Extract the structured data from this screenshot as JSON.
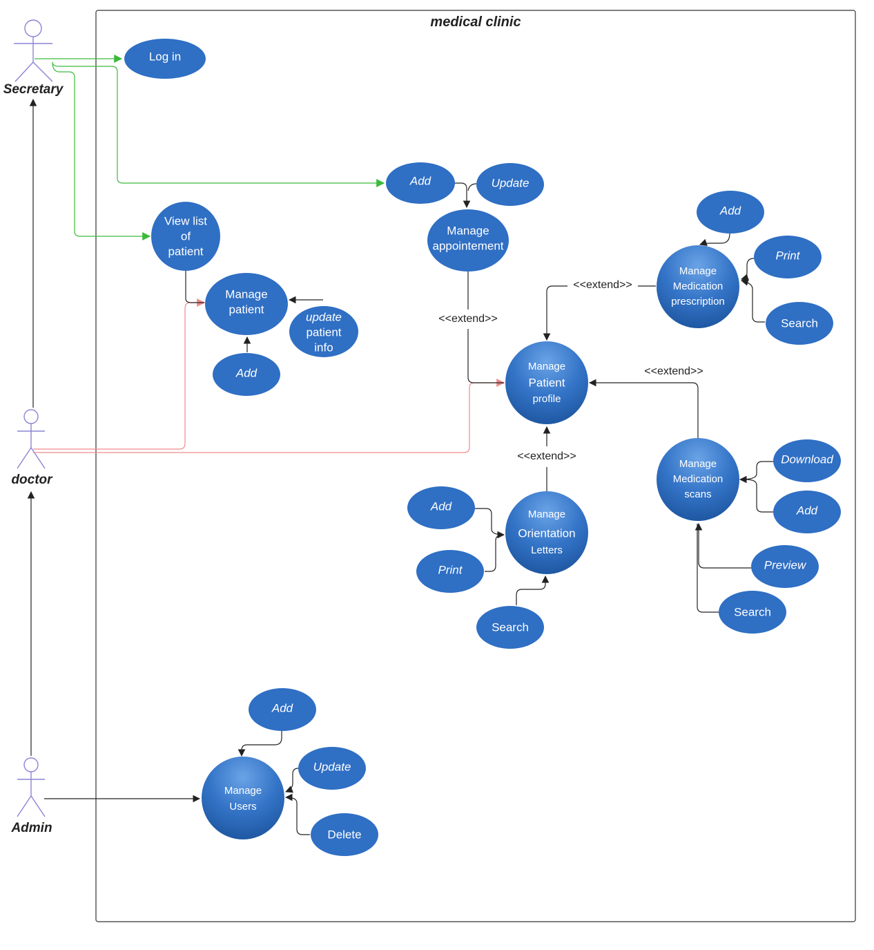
{
  "system": {
    "title": "medical clinic"
  },
  "colors": {
    "usecase_fill": "#2f6fc4",
    "usecase_gradient_top": "#5b95de",
    "usecase_gradient_bottom": "#1f5aa6",
    "actor_stroke": "#8a84d6",
    "secretary_link": "#3cba3c",
    "doctor_link": "#f08a8a",
    "line": "#222222"
  },
  "actors": {
    "secretary": "Secretary",
    "doctor": "doctor",
    "admin": "Admin"
  },
  "usecases": {
    "login": "Log in",
    "view_list": [
      "View list",
      "of",
      "patient"
    ],
    "manage_patient": [
      "Manage",
      "patient"
    ],
    "update_patient_info": [
      "update",
      "patient",
      "info"
    ],
    "add_patient": "Add",
    "add_appointment": "Add",
    "update_appointment": "Update",
    "manage_appointment": [
      "Manage",
      "appointement"
    ],
    "add_prescription": "Add",
    "print_prescription": "Print",
    "search_prescription": "Search",
    "manage_prescription": [
      "Manage",
      "Medication",
      "prescription"
    ],
    "manage_patient_profile": [
      "Manage",
      "Patient",
      "profile"
    ],
    "manage_orientation": [
      "Manage",
      "Orientation",
      "Letters"
    ],
    "add_orientation": "Add",
    "print_orientation": "Print",
    "search_orientation": "Search",
    "manage_scans": [
      "Manage",
      "Medication",
      "scans"
    ],
    "download_scans": "Download",
    "add_scans": "Add",
    "preview_scans": "Preview",
    "search_scans": "Search",
    "add_user": "Add",
    "update_user": "Update",
    "delete_user": "Delete",
    "manage_users": [
      "Manage",
      "Users"
    ]
  },
  "relations": {
    "extend_label": "<<extend>>"
  }
}
